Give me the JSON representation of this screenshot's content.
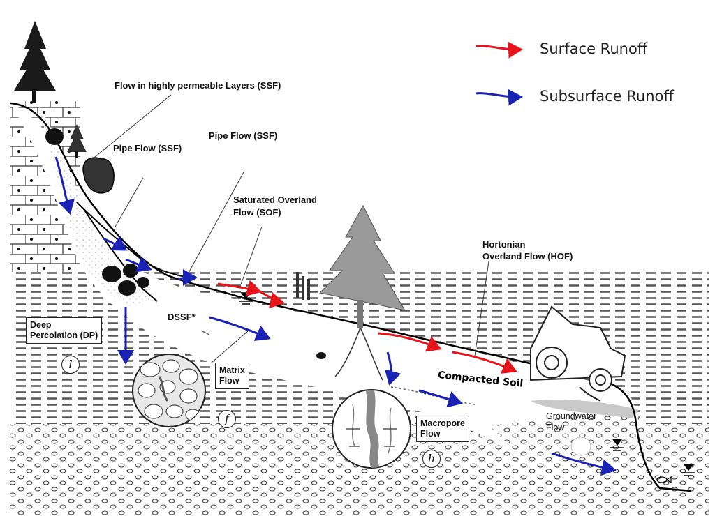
{
  "legend": {
    "surface_runoff": "Surface Runoff",
    "subsurface_runoff": "Subsurface Runoff",
    "surface_color": "#e8141c",
    "subsurface_color": "#1a22b4"
  },
  "labels": {
    "flow_permeable_layers": "Flow in highly permeable Layers (SSF)",
    "pipe_flow_1": "Pipe Flow (SSF)",
    "pipe_flow_2": "Pipe Flow (SSF)",
    "saturated_overland_1": "Saturated Overland",
    "saturated_overland_2": "Flow (SOF)",
    "hortonian_1": "Hortonian",
    "hortonian_2": "Overland Flow (HOF)",
    "dssf": "DSSF*",
    "deep_percolation_1": "Deep",
    "deep_percolation_2": "Percolation (DP)",
    "matrix_flow_1": "Matrix",
    "matrix_flow_2": "Flow",
    "macropore_flow_1": "Macropore",
    "macropore_flow_2": "Flow",
    "groundwater_1": "Groundwater",
    "groundwater_2": "Flow",
    "compacted_soil": "Compacted Soil"
  },
  "markers": {
    "l": "l",
    "f": "f",
    "h": "h"
  },
  "icons": [
    "pine-tree-icon",
    "tractor-icon",
    "water-table-icon",
    "fish-icon",
    "rock-icon",
    "cattail-icon"
  ]
}
